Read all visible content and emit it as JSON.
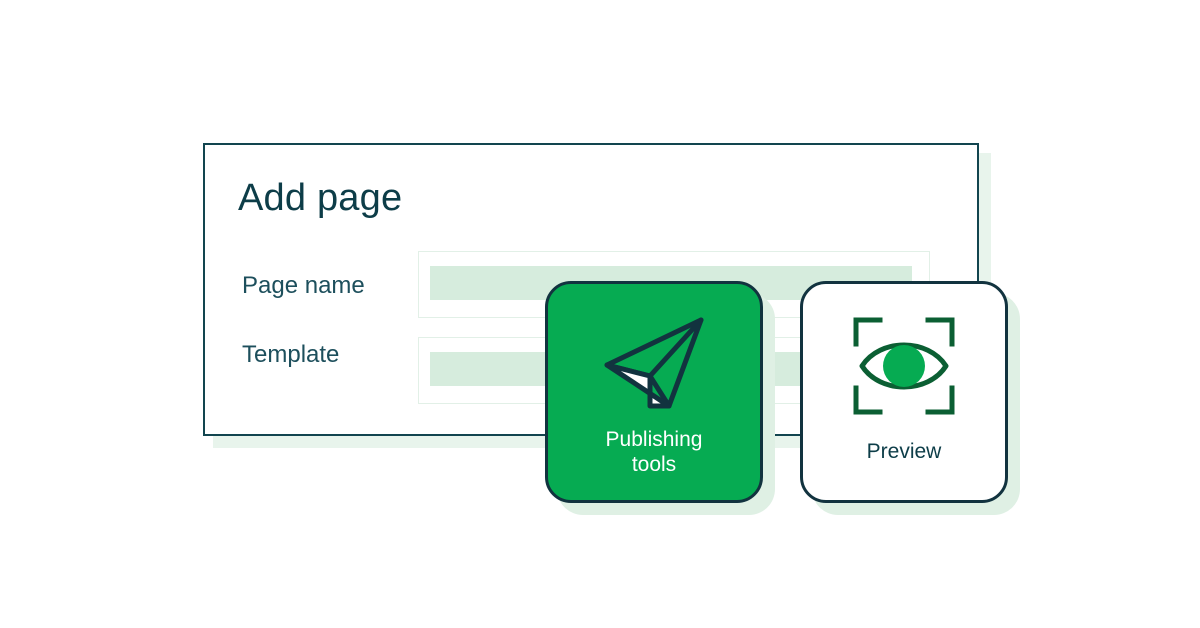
{
  "panel": {
    "title": "Add page",
    "fields": [
      {
        "label": "Page name",
        "value": ""
      },
      {
        "label": "Template",
        "value": ""
      }
    ]
  },
  "cards": [
    {
      "id": "publishing-tools",
      "label": "Publishing\ntools",
      "icon": "paper-plane-icon",
      "background": "#06ab52",
      "text_color": "#ffffff"
    },
    {
      "id": "preview",
      "label": "Preview",
      "icon": "eye-scan-icon",
      "background": "#ffffff",
      "text_color": "#0d3d48"
    }
  ],
  "colors": {
    "brand_green": "#06ab52",
    "dark_teal": "#12454f",
    "title_teal": "#0d3d48",
    "label_teal": "#1d4f5c",
    "field_fill": "#d6ecdd",
    "field_border": "#e2f0e7",
    "shadow_green": "#dff0e4",
    "panel_shadow": "#e8f4ec",
    "icon_dark_green": "#0b5f33",
    "page_background": "#ffffff"
  }
}
